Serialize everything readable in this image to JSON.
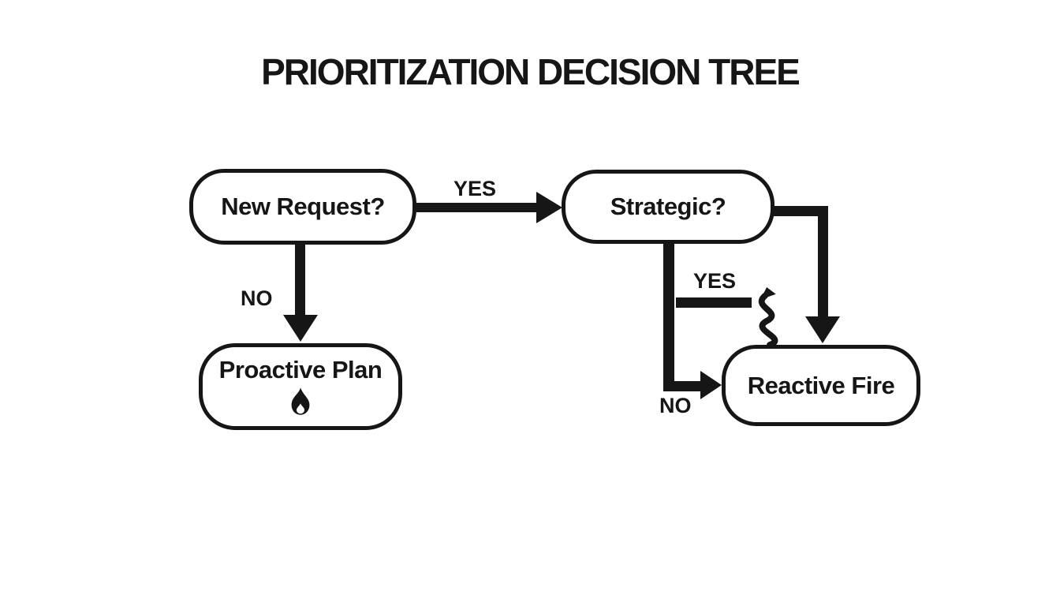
{
  "diagram": {
    "title": "PRIORITIZATION DECISION TREE",
    "colors": {
      "line": "#161616",
      "background": "#ffffff"
    },
    "nodes": [
      {
        "id": "new-request",
        "label": "New Request?"
      },
      {
        "id": "strategic",
        "label": "Strategic?"
      },
      {
        "id": "proactive-plan",
        "label": "Proactive Plan",
        "icon": "flame-icon"
      },
      {
        "id": "reactive-fire",
        "label": "Reactive Fire"
      }
    ],
    "edges": [
      {
        "from": "new-request",
        "to": "strategic",
        "label": "YES"
      },
      {
        "from": "new-request",
        "to": "proactive-plan",
        "label": "NO"
      },
      {
        "from": "strategic",
        "to": "reactive-fire",
        "label": "YES",
        "icon": "winding-path-icon"
      },
      {
        "from": "strategic",
        "to": "reactive-fire",
        "label": "NO"
      }
    ]
  }
}
